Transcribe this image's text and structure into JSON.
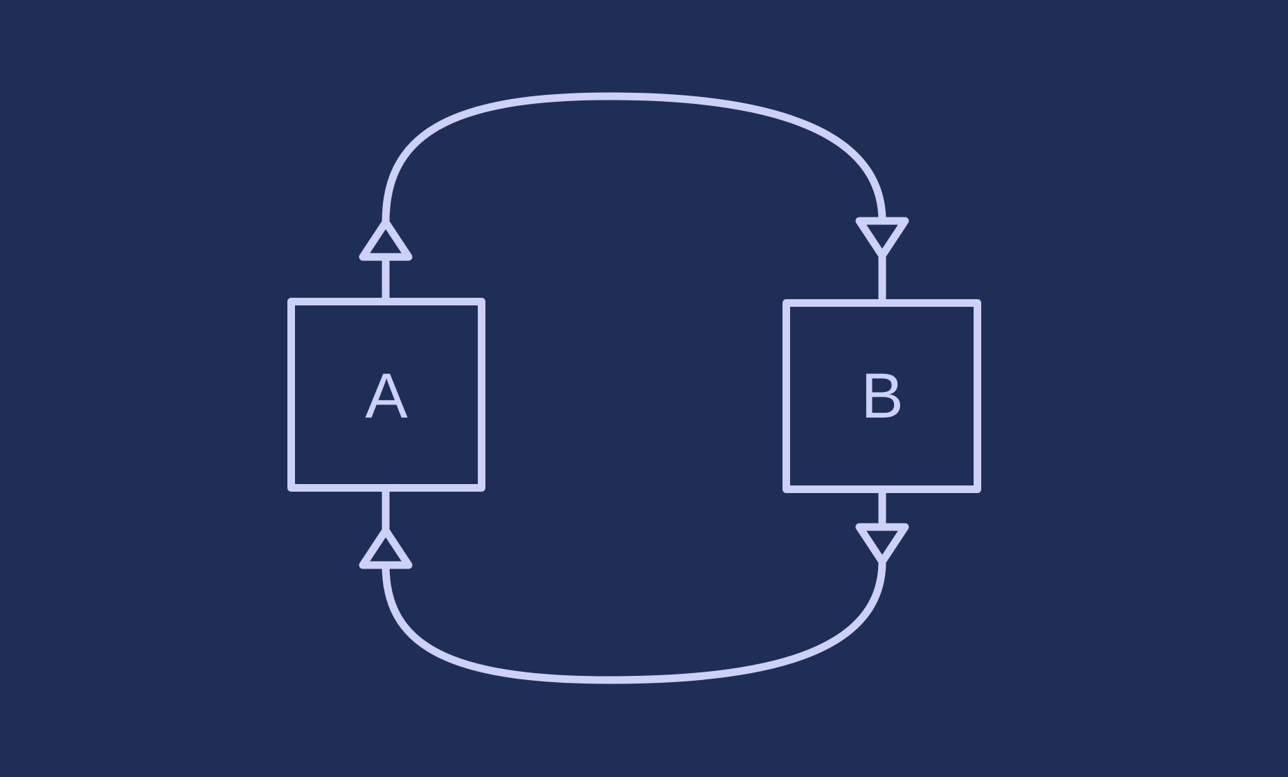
{
  "diagram": {
    "kind": "two-node-cycle",
    "colors": {
      "background": "#1f2e56",
      "stroke": "#cdd1f6",
      "label": "#cdd1f6"
    },
    "nodes": [
      {
        "id": "A",
        "label": "A"
      },
      {
        "id": "B",
        "label": "B"
      }
    ],
    "edges": [
      {
        "from": "A",
        "to": "B",
        "route": "top",
        "arrow_style": "hollow-triangle-both-ends"
      },
      {
        "from": "B",
        "to": "A",
        "route": "bottom",
        "arrow_style": "hollow-triangle-both-ends"
      }
    ]
  }
}
